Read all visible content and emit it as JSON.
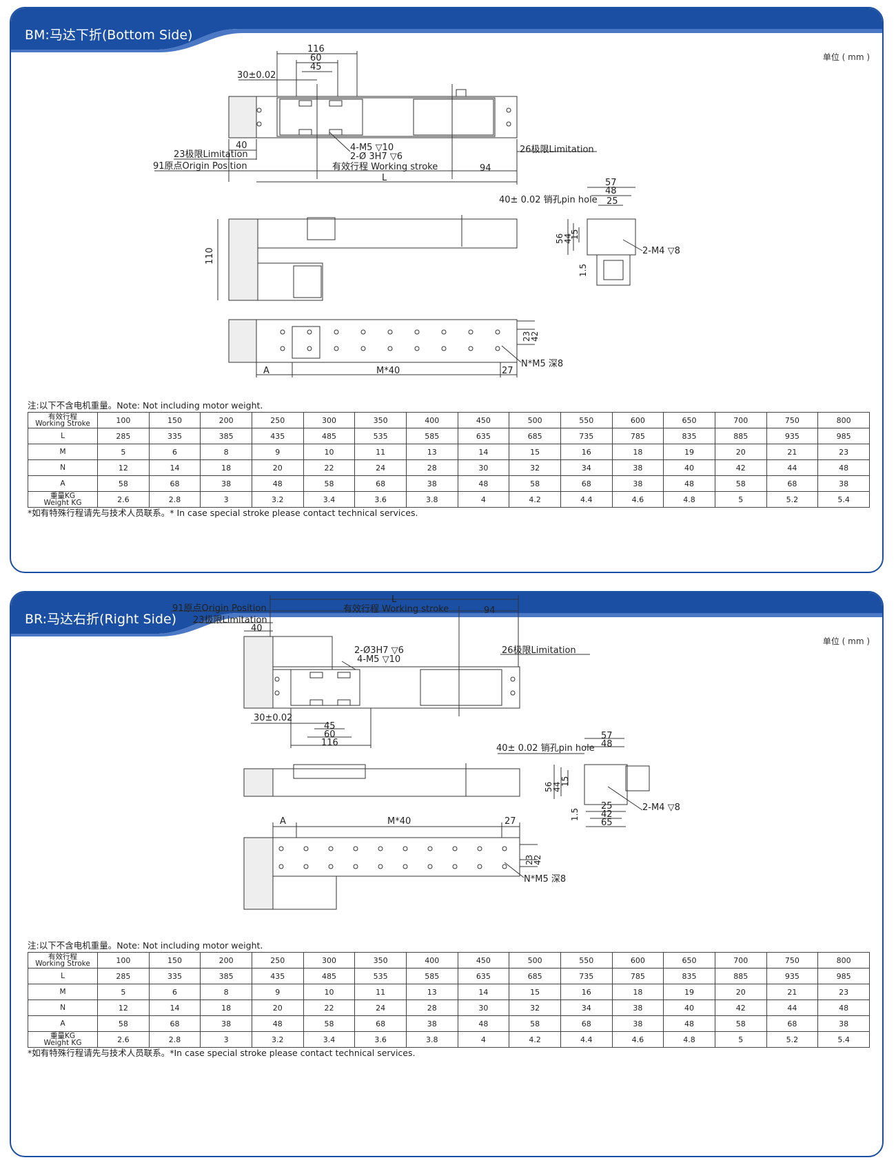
{
  "unit_label": "单位 ( mm )",
  "sections": [
    {
      "title": "BM:马达下折(Bottom Side)",
      "labels": {
        "dim116": "116",
        "dim60": "60",
        "dim45": "45",
        "dim30": "30±0.02",
        "dim40": "40",
        "limit23": "23极限Limitation",
        "origin91": "91原点Origin Position",
        "m5": "4-M5 ▽10",
        "h7": "2-Ø 3H7 ▽6",
        "stroke": "有效行程 Working stroke",
        "dim94": "94",
        "limit26": "26极限Limitation",
        "L": "L",
        "dim110": "110",
        "dim57": "57",
        "dim48": "48",
        "dim25": "25",
        "pinhole": "40± 0.02 销孔pin hole",
        "dim56": "56",
        "dim44": "44",
        "dim15": "15",
        "dim15b": "1.5",
        "m4": "2-M4 ▽8",
        "dim23": "23",
        "dim42": "42",
        "nm5": "N*M5 深8",
        "A": "A",
        "m40": "M*40",
        "dim27": "27"
      },
      "note": "注:以下不含电机重量。Note: Not including motor weight.",
      "table": {
        "header": [
          "有效行程",
          "Working Stroke"
        ],
        "strokes": [
          "100",
          "150",
          "200",
          "250",
          "300",
          "350",
          "400",
          "450",
          "500",
          "550",
          "600",
          "650",
          "700",
          "750",
          "800"
        ],
        "rows": [
          {
            "label": "L",
            "values": [
              "285",
              "335",
              "385",
              "435",
              "485",
              "535",
              "585",
              "635",
              "685",
              "735",
              "785",
              "835",
              "885",
              "935",
              "985"
            ]
          },
          {
            "label": "M",
            "values": [
              "5",
              "6",
              "8",
              "9",
              "10",
              "11",
              "13",
              "14",
              "15",
              "16",
              "18",
              "19",
              "20",
              "21",
              "23"
            ]
          },
          {
            "label": "N",
            "values": [
              "12",
              "14",
              "18",
              "20",
              "22",
              "24",
              "28",
              "30",
              "32",
              "34",
              "38",
              "40",
              "42",
              "44",
              "48"
            ]
          },
          {
            "label": "A",
            "values": [
              "58",
              "68",
              "38",
              "48",
              "58",
              "68",
              "38",
              "48",
              "58",
              "68",
              "38",
              "48",
              "58",
              "68",
              "38"
            ]
          }
        ],
        "weight_label": [
          "重量KG",
          "Weight KG"
        ],
        "weights": [
          "2.6",
          "2.8",
          "3",
          "3.2",
          "3.4",
          "3.6",
          "3.8",
          "4",
          "4.2",
          "4.4",
          "4.6",
          "4.8",
          "5",
          "5.2",
          "5.4"
        ]
      },
      "footnote": "*如有特殊行程请先与技术人员联系。* In case special stroke please contact technical services."
    },
    {
      "title": "BR:马达右折(Right Side)",
      "labels": {
        "L": "L",
        "origin91": "91原点Origin Position",
        "stroke": "有效行程 Working stroke",
        "dim94": "94",
        "limit23": "23极限Limitation",
        "dim40": "40",
        "h7": "2-Ø3H7 ▽6",
        "m5": "4-M5 ▽10",
        "limit26": "26极限Limitation",
        "dim30": "30±0.02",
        "dim45": "45",
        "dim60": "60",
        "dim116": "116",
        "dim57": "57",
        "dim48": "48",
        "pinhole": "40± 0.02 销孔pin hole",
        "dim56": "56",
        "dim44": "44",
        "dim15": "15",
        "dim15b": "1.5",
        "dim25": "25",
        "dim42b": "42",
        "dim65": "65",
        "m4": "2-M4 ▽8",
        "A": "A",
        "m40": "M*40",
        "dim27": "27",
        "dim23": "23",
        "dim42": "42",
        "nm5": "N*M5 深8"
      },
      "note": "注:以下不含电机重量。Note: Not including motor weight.",
      "table": {
        "header": [
          "有效行程",
          "Working Stroke"
        ],
        "strokes": [
          "100",
          "150",
          "200",
          "250",
          "300",
          "350",
          "400",
          "450",
          "500",
          "550",
          "600",
          "650",
          "700",
          "750",
          "800"
        ],
        "rows": [
          {
            "label": "L",
            "values": [
              "285",
              "335",
              "385",
              "435",
              "485",
              "535",
              "585",
              "635",
              "685",
              "735",
              "785",
              "835",
              "885",
              "935",
              "985"
            ]
          },
          {
            "label": "M",
            "values": [
              "5",
              "6",
              "8",
              "9",
              "10",
              "11",
              "13",
              "14",
              "15",
              "16",
              "18",
              "19",
              "20",
              "21",
              "23"
            ]
          },
          {
            "label": "N",
            "values": [
              "12",
              "14",
              "18",
              "20",
              "22",
              "24",
              "28",
              "30",
              "32",
              "34",
              "38",
              "40",
              "42",
              "44",
              "48"
            ]
          },
          {
            "label": "A",
            "values": [
              "58",
              "68",
              "38",
              "48",
              "58",
              "68",
              "38",
              "48",
              "58",
              "68",
              "38",
              "48",
              "58",
              "68",
              "38"
            ]
          }
        ],
        "weight_label": [
          "重量KG",
          "Weight KG"
        ],
        "weights": [
          "2.6",
          "2.8",
          "3",
          "3.2",
          "3.4",
          "3.6",
          "3.8",
          "4",
          "4.2",
          "4.4",
          "4.6",
          "4.8",
          "5",
          "5.2",
          "5.4"
        ]
      },
      "footnote": "*如有特殊行程请先与技术人员联系。*In case special stroke please contact technical services."
    }
  ]
}
